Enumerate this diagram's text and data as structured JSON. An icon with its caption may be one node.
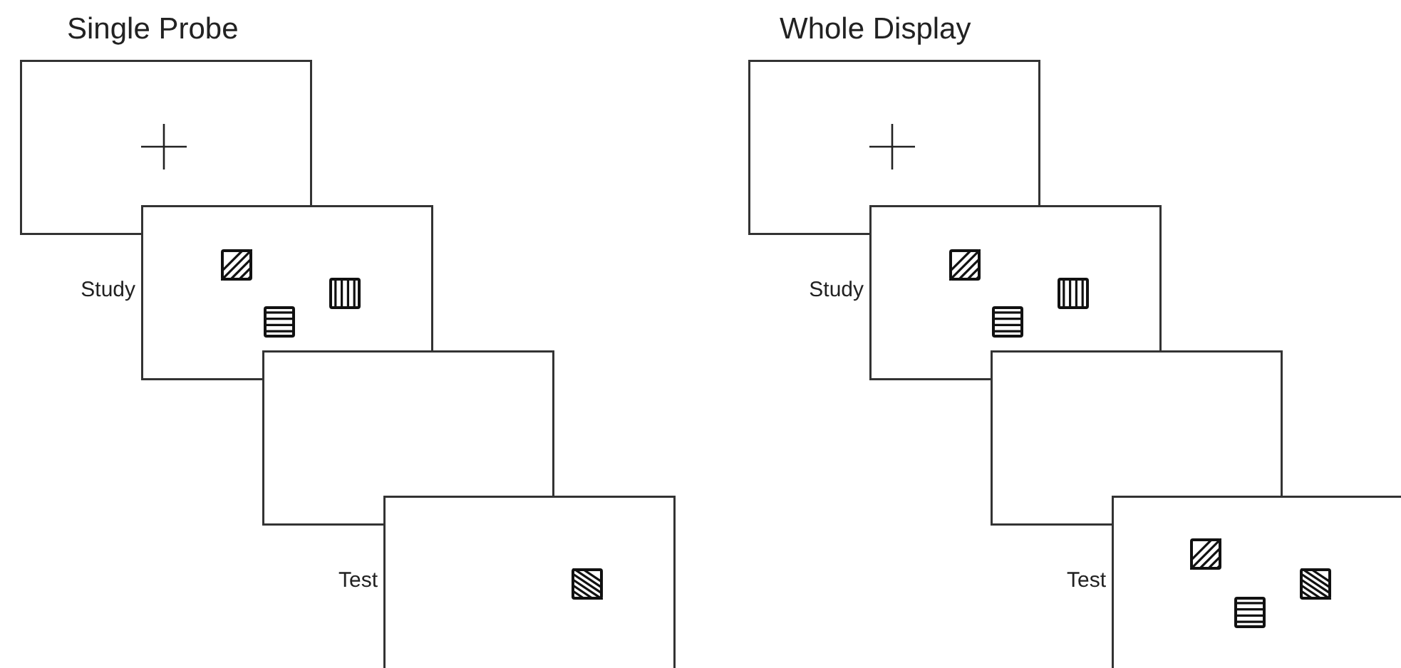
{
  "diagram": {
    "nodes": [
      {
        "text": [],
        "shape": "box"
      },
      {
        "text": [],
        "shape": "box",
        "beside": [
          "Study"
        ]
      },
      {
        "text": [],
        "shape": "box"
      },
      {
        "text": [],
        "shape": "box",
        "beside": [
          "Test"
        ]
      },
      {
        "text": [],
        "shape": "box"
      },
      {
        "text": [],
        "shape": "box",
        "beside": [
          "Study"
        ]
      },
      {
        "text": [],
        "shape": "box"
      },
      {
        "text": [],
        "shape": "box",
        "beside": [
          "Test"
        ]
      }
    ],
    "edges": [],
    "labels": [
      "Single Probe",
      "Whole Display"
    ]
  }
}
